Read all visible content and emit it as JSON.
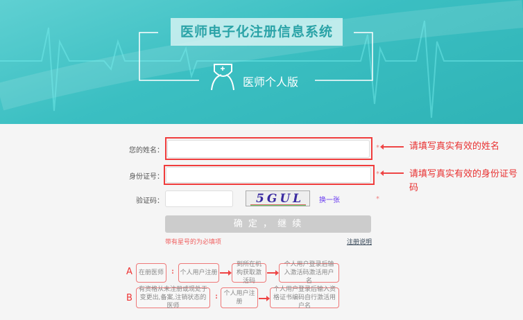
{
  "header": {
    "title": "医师电子化注册信息系统",
    "edition": "医师个人版",
    "icon": "doctor-icon"
  },
  "form": {
    "name_label": "您的姓名：",
    "name_value": "",
    "id_label": "身份证号：",
    "id_value": "",
    "captcha_label": "验证码：",
    "captcha_value": "",
    "captcha_text": "5GUL",
    "refresh_captcha": "换一张",
    "star": "*",
    "submit": "确 定 ， 继 续",
    "required_note": "带有星号的为必填项",
    "help_link": "注册说明"
  },
  "annotations": {
    "name_hint": "请填写真实有效的姓名",
    "id_hint": "请填写真实有效的身份证号码"
  },
  "flow": {
    "a": {
      "letter": "A",
      "who": "在册医师",
      "sep": ":",
      "steps": [
        "个人用户注册",
        "到所在机构获取激活码",
        "个人用户登录后输入激活码激活用户名"
      ]
    },
    "b": {
      "letter": "B",
      "who": "有资格从未注册或现处于变更出,备案,注销状态的医师",
      "sep": ":",
      "steps": [
        "个人用户注册",
        "个人用户登录后输入资格证书编码自行激活用户名"
      ]
    }
  },
  "colors": {
    "banner": "#3bbfc2",
    "annotation": "#f03c3c",
    "link": "#6a3cf0"
  }
}
